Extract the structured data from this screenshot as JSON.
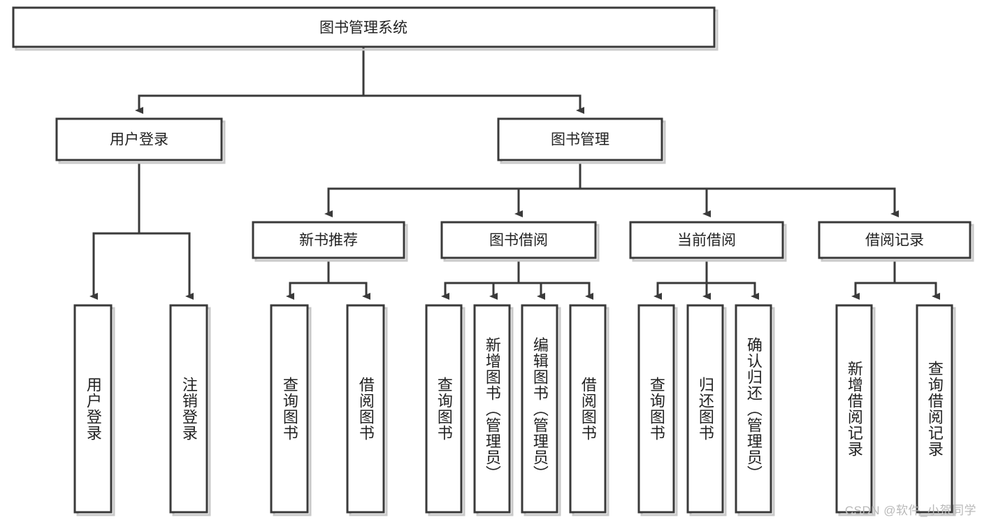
{
  "diagram": {
    "title": "图书管理系统",
    "type": "tree-hierarchy-chart",
    "root": {
      "label": "图书管理系统"
    },
    "level2": [
      {
        "label": "用户登录"
      },
      {
        "label": "图书管理"
      }
    ],
    "level3": [
      {
        "label": "新书推荐"
      },
      {
        "label": "图书借阅"
      },
      {
        "label": "当前借阅"
      },
      {
        "label": "借阅记录"
      }
    ],
    "leaves": {
      "user_login": [
        {
          "label": "用户登录"
        },
        {
          "label": "注销登录"
        }
      ],
      "new_book_recommend": [
        {
          "label": "查询图书"
        },
        {
          "label": "借阅图书"
        }
      ],
      "book_borrow": [
        {
          "label": "查询图书"
        },
        {
          "label": "新增图书（管理员）"
        },
        {
          "label": "编辑图书（管理员）"
        },
        {
          "label": "借阅图书"
        }
      ],
      "current_borrow": [
        {
          "label": "查询图书"
        },
        {
          "label": "归还图书"
        },
        {
          "label": "确认归还（管理员）"
        }
      ],
      "borrow_record": [
        {
          "label": "新增借阅记录"
        },
        {
          "label": "查询借阅记录"
        }
      ]
    }
  },
  "watermark": {
    "text": "CSDN @软件_小贺同学"
  },
  "colors": {
    "box_border": "#3a3a3a",
    "box_fill": "#ffffff",
    "connector": "#3a3a3a",
    "text": "#222222",
    "watermark": "#b9b9b9",
    "shadow": "#c9c9c9"
  }
}
